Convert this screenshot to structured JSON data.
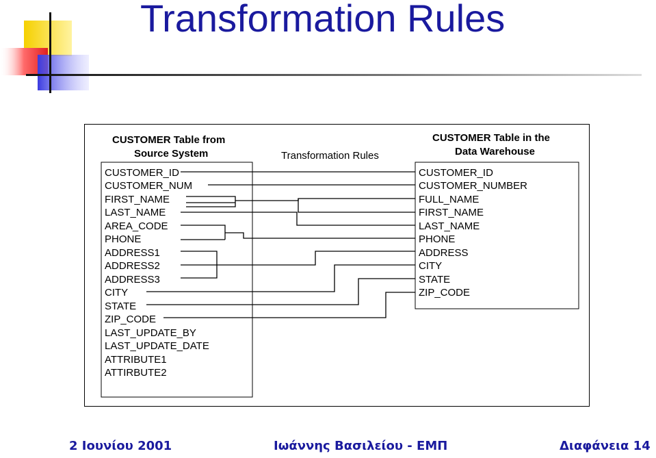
{
  "title": "Transformation Rules",
  "figure": {
    "source_header": [
      "CUSTOMER Table from",
      "Source System"
    ],
    "middle_header": "Transformation Rules",
    "target_header": [
      "CUSTOMER Table in the",
      "Data Warehouse"
    ],
    "source_fields": [
      "CUSTOMER_ID",
      "CUSTOMER_NUM",
      "FIRST_NAME",
      "LAST_NAME",
      "AREA_CODE",
      "PHONE",
      "ADDRESS1",
      "ADDRESS2",
      "ADDRESS3",
      "CITY",
      "STATE",
      "ZIP_CODE",
      "LAST_UPDATE_BY",
      "LAST_UPDATE_DATE",
      "ATTRIBUTE1",
      "ATTIRBUTE2"
    ],
    "target_fields": [
      "CUSTOMER_ID",
      "CUSTOMER_NUMBER",
      "FULL_NAME",
      "FIRST_NAME",
      "LAST_NAME",
      "PHONE",
      "ADDRESS",
      "CITY",
      "STATE",
      "ZIP_CODE"
    ]
  },
  "footer": {
    "date": "2 Ιουνίου  2001",
    "author": "Ιωάννης Βασιλείου - ΕΜΠ",
    "slide_number": "Διαφάνεια 14"
  },
  "colors": {
    "title": "#1a1a9e",
    "accent_yellow": "#f5d000",
    "accent_red": "#e02020",
    "accent_blue": "#3a3ae0"
  }
}
